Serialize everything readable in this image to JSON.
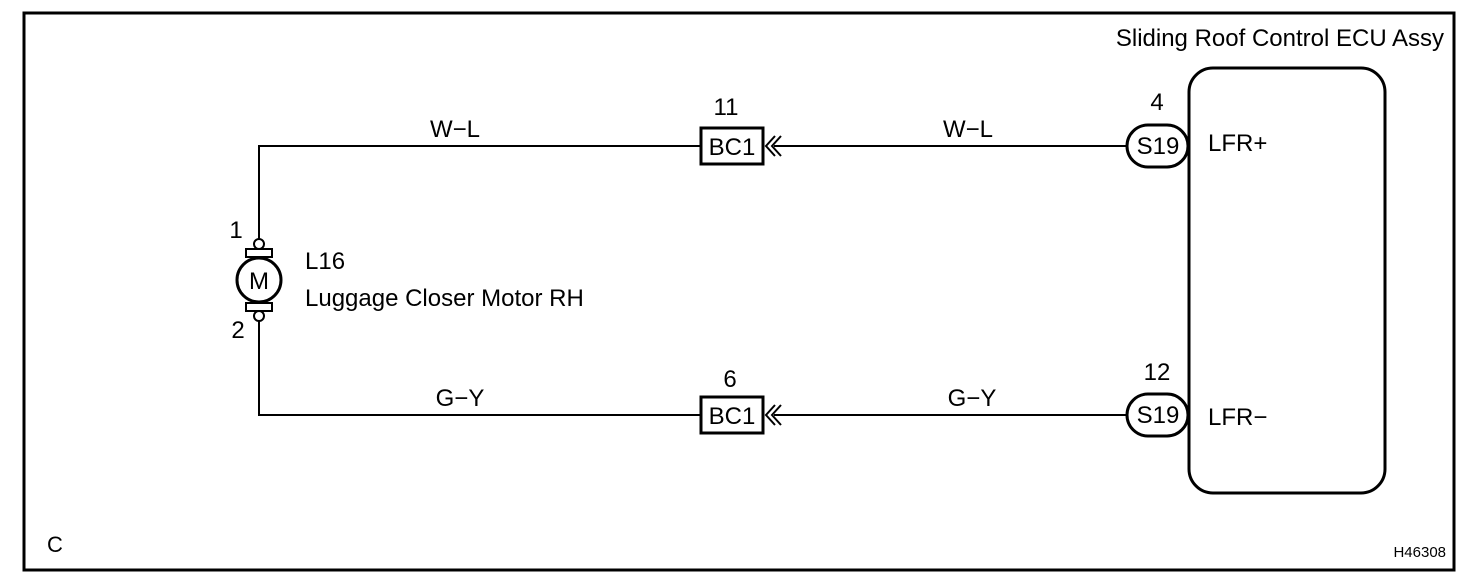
{
  "ecu": {
    "title": "Sliding Roof Control ECU Assy",
    "terminals": [
      {
        "pin": "4",
        "connector": "S19",
        "signal": "LFR+"
      },
      {
        "pin": "12",
        "connector": "S19",
        "signal": "LFR−"
      }
    ]
  },
  "motor": {
    "code": "L16",
    "name": "Luggage Closer Motor RH",
    "symbol": "M",
    "pins": [
      "1",
      "2"
    ]
  },
  "wires": [
    {
      "color_left": "W−L",
      "color_right": "W−L",
      "junction": "BC1",
      "junction_pin": "11"
    },
    {
      "color_left": "G−Y",
      "color_right": "G−Y",
      "junction": "BC1",
      "junction_pin": "6"
    }
  ],
  "footer": {
    "corner_label": "C",
    "figure_id": "H46308"
  }
}
